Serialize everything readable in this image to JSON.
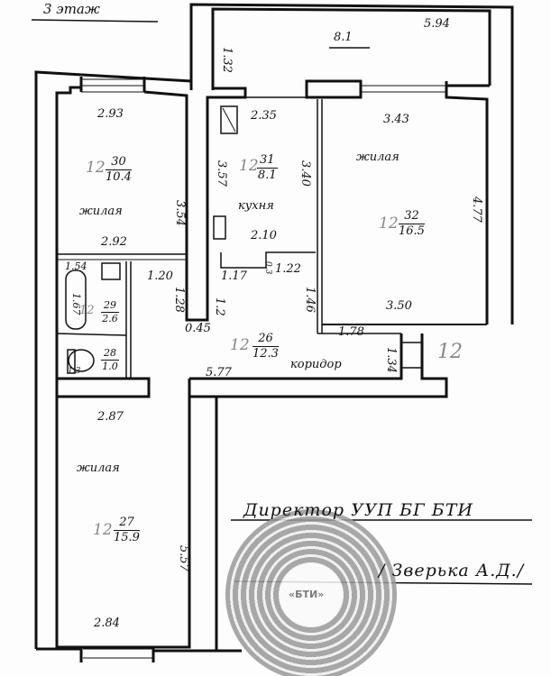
{
  "floor_label": "3 этаж",
  "balcony": {
    "area": "8.1",
    "width": "5.94",
    "depth": "1.32"
  },
  "rooms": {
    "room30": {
      "height": "12",
      "number": "30",
      "area": "10.4",
      "type": "жилая",
      "top": "2.93",
      "bottom": "2.92",
      "side": "3.54"
    },
    "kitchen": {
      "height": "12",
      "number": "31",
      "area": "8.1",
      "type": "кухня",
      "top": "2.35",
      "bottom": "2.10",
      "left": "3.57",
      "right": "3.40"
    },
    "room32": {
      "height": "12",
      "number": "32",
      "area": "16.5",
      "type": "жилая",
      "top": "3.43",
      "bottom": "3.50",
      "side": "4.77"
    },
    "bath": {
      "height": "12",
      "number": "29",
      "area": "2.6",
      "width": "1.54",
      "length": "1.67"
    },
    "wc": {
      "number": "28",
      "area": "1.0",
      "width": "1.3"
    },
    "corridor": {
      "height": "12",
      "number": "26",
      "area": "12.3",
      "type": "коридор",
      "length": "5.77",
      "seg1": "1.20",
      "seg2": "1.17",
      "seg3": "1.22",
      "seg4": "0.45",
      "seg5": "1.28",
      "seg6": "1.2",
      "seg7": "1.46",
      "seg8": "1.78",
      "seg9": "1.34",
      "seg10": "0.3"
    },
    "room27": {
      "height": "12",
      "number": "27",
      "area": "15.9",
      "type": "жилая",
      "top": "2.87",
      "bottom": "2.84",
      "side": "5.57"
    }
  },
  "entrance_height": "12",
  "signature": {
    "title": "Директор  УУП БГ БТИ",
    "name": "/ Зверька А.Д./"
  },
  "stamp_text": "«БТИ»"
}
